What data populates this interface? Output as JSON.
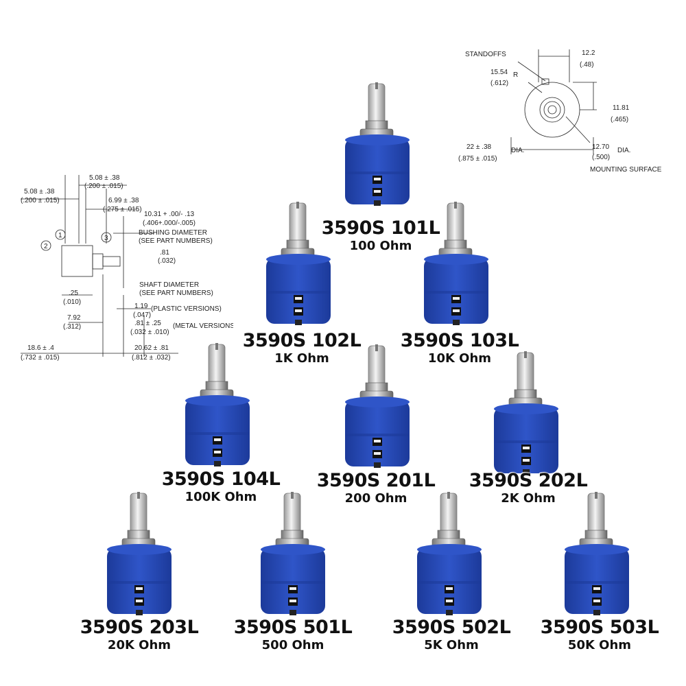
{
  "products": [
    {
      "part": "3590S 101L",
      "resistance": "100 Ohm"
    },
    {
      "part": "3590S 102L",
      "resistance": "1K Ohm"
    },
    {
      "part": "3590S 103L",
      "resistance": "10K Ohm"
    },
    {
      "part": "3590S 104L",
      "resistance": "100K Ohm"
    },
    {
      "part": "3590S 201L",
      "resistance": "200 Ohm"
    },
    {
      "part": "3590S 202L",
      "resistance": "2K Ohm"
    },
    {
      "part": "3590S 203L",
      "resistance": "20K Ohm"
    },
    {
      "part": "3590S 501L",
      "resistance": "500 Ohm"
    },
    {
      "part": "3590S 502L",
      "resistance": "5K Ohm"
    },
    {
      "part": "3590S 503L",
      "resistance": "50K Ohm"
    }
  ],
  "side_drawing": {
    "d1": "5.08 ± .38",
    "d1i": "(.200 ± .015)",
    "d2": "5.08 ± .38",
    "d2i": "(.200 ± .015)",
    "d3": "6.99 ± .38",
    "d3i": "(.275 ± .015)",
    "d4": "10.31 + .00/- .13",
    "d4i": "(.406+.000/-.005)",
    "bushing1": "BUSHING DIAMETER",
    "bushing2": "(SEE PART NUMBERS)",
    "d5": ".81",
    "d5i": "(.032)",
    "shaft1": "SHAFT DIAMETER",
    "shaft2": "(SEE PART NUMBERS)",
    "d6": ".25",
    "d6i": "(.010)",
    "d7": "1.19",
    "d7i": "(.047)",
    "plastic": "(PLASTIC VERSIONS)",
    "d8": "7.92",
    "d8i": "(.312)",
    "d9": ".81 ± .25",
    "d9i": "(.032 ± .010)",
    "metal": "(METAL VERSIONS)",
    "d10": "18.6 ± .4",
    "d10i": "(.732 ± .015)",
    "d11": "20.62 ± .81",
    "d11i": "(.812 ± .032)",
    "pin1": "1",
    "pin2": "2",
    "pin3": "3"
  },
  "front_drawing": {
    "standoffs": "STANDOFFS",
    "r1": "15.54",
    "r1i": "(.612)",
    "r_suffix": "R",
    "w1": "12.2",
    "w1i": "(.48)",
    "h1": "11.81",
    "h1i": "(.465)",
    "dia1": "22 ± .38",
    "dia1i": "(.875 ± .015)",
    "dia_suffix": "DIA.",
    "dia2": "12.70",
    "dia2i": "(.500)",
    "dia2_suffix": "DIA.",
    "mounting": "MOUNTING SURFACE"
  },
  "colors": {
    "body": "#2f55c8",
    "body_dark": "#1c3a9a",
    "shaft": "#d8d8d8"
  }
}
